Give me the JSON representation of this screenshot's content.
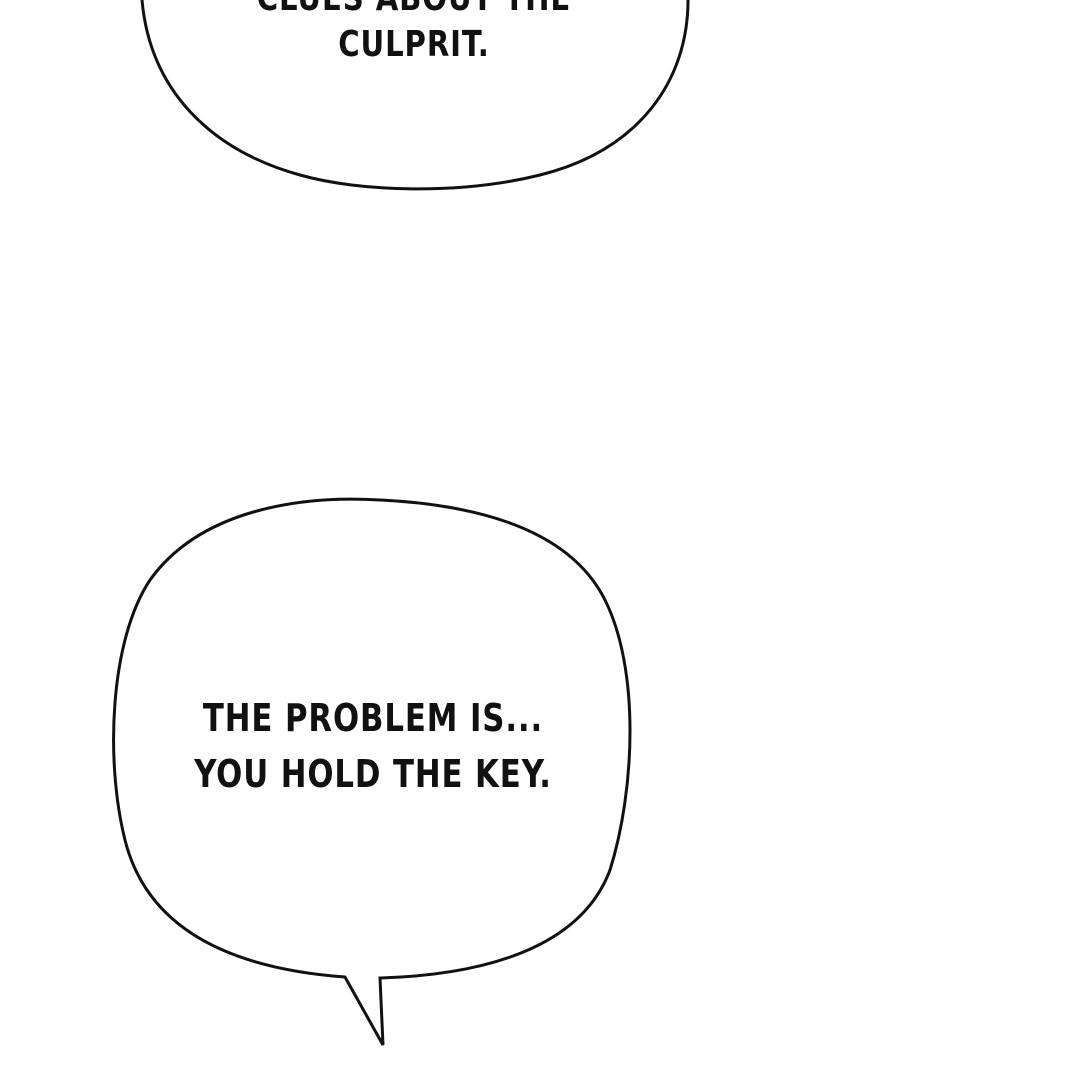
{
  "bubbles": [
    {
      "lines": [
        "CLUES ABOUT THE",
        "CULPRIT."
      ]
    },
    {
      "lines": [
        "THE PROBLEM IS...",
        "YOU HOLD THE KEY."
      ]
    }
  ],
  "colors": {
    "ink": "#111111",
    "paper": "#ffffff"
  }
}
